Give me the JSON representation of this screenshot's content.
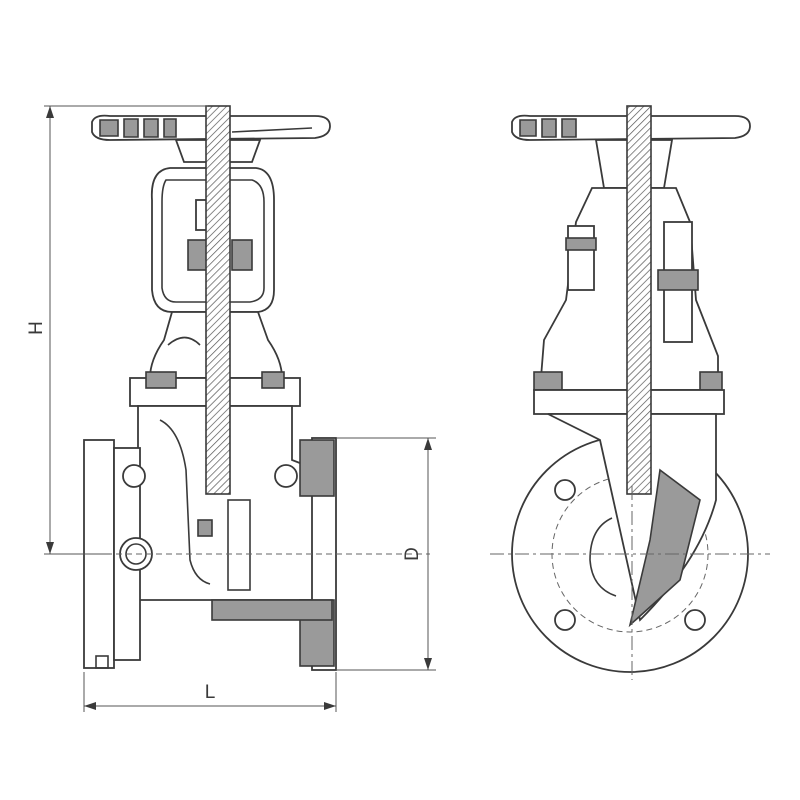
{
  "dimensions": {
    "height_label": "H",
    "length_label": "L",
    "diameter_label": "D"
  }
}
